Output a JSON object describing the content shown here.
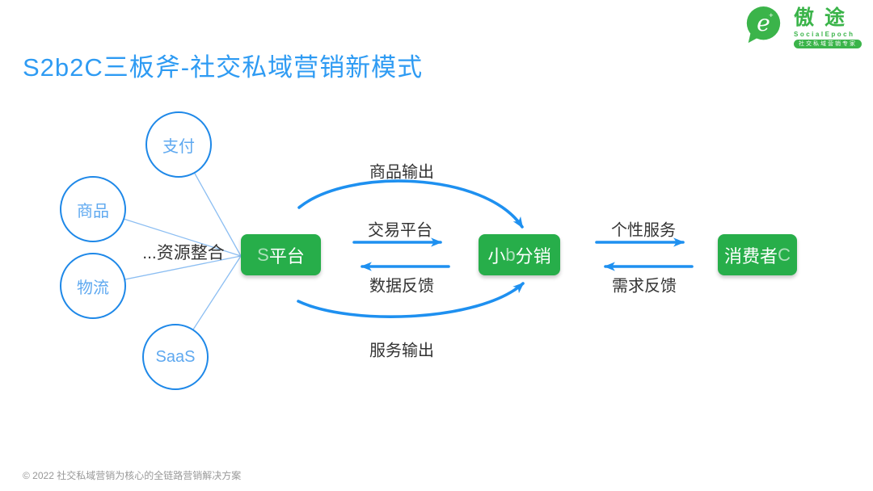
{
  "colors": {
    "title_blue": "#2E9BF3",
    "circle_border_blue": "#1E88E8",
    "circle_text_blue": "#5FA9F0",
    "arrow_blue": "#1E90F0",
    "thin_line_blue": "#8CBEF2",
    "node_green": "#27AE4A",
    "logo_green": "#3BB44A",
    "label_dark": "#333333",
    "footer_gray": "#999999"
  },
  "logo": {
    "brand": "傲途",
    "subtitle": "SocialEpoch",
    "tagline": "社交私域营销专家"
  },
  "header": {
    "title": "S2b2C三板斧-社交私域营销新模式"
  },
  "diagram": {
    "resources": [
      {
        "label": "支付"
      },
      {
        "label": "商品"
      },
      {
        "label": "物流"
      },
      {
        "label": "SaaS"
      }
    ],
    "integration_label": "...资源整合",
    "nodes": [
      {
        "name": "S平台",
        "parts": [
          {
            "t": "S"
          },
          {
            "t": "平台"
          }
        ]
      },
      {
        "name": "小b分销",
        "parts": [
          {
            "t": "小"
          },
          {
            "t": "b"
          },
          {
            "t": "分销"
          }
        ]
      },
      {
        "name": "消费者C",
        "parts": [
          {
            "t": "消费者"
          },
          {
            "t": "C"
          }
        ]
      }
    ],
    "edges": {
      "top": "商品输出",
      "mid_right": "交易平台",
      "mid_left": "数据反馈",
      "bottom": "服务输出",
      "right_forward": "个性服务",
      "right_back": "需求反馈"
    }
  },
  "footer": {
    "copyright": "© 2022 社交私域营销为核心的全链路营销解决方案"
  }
}
